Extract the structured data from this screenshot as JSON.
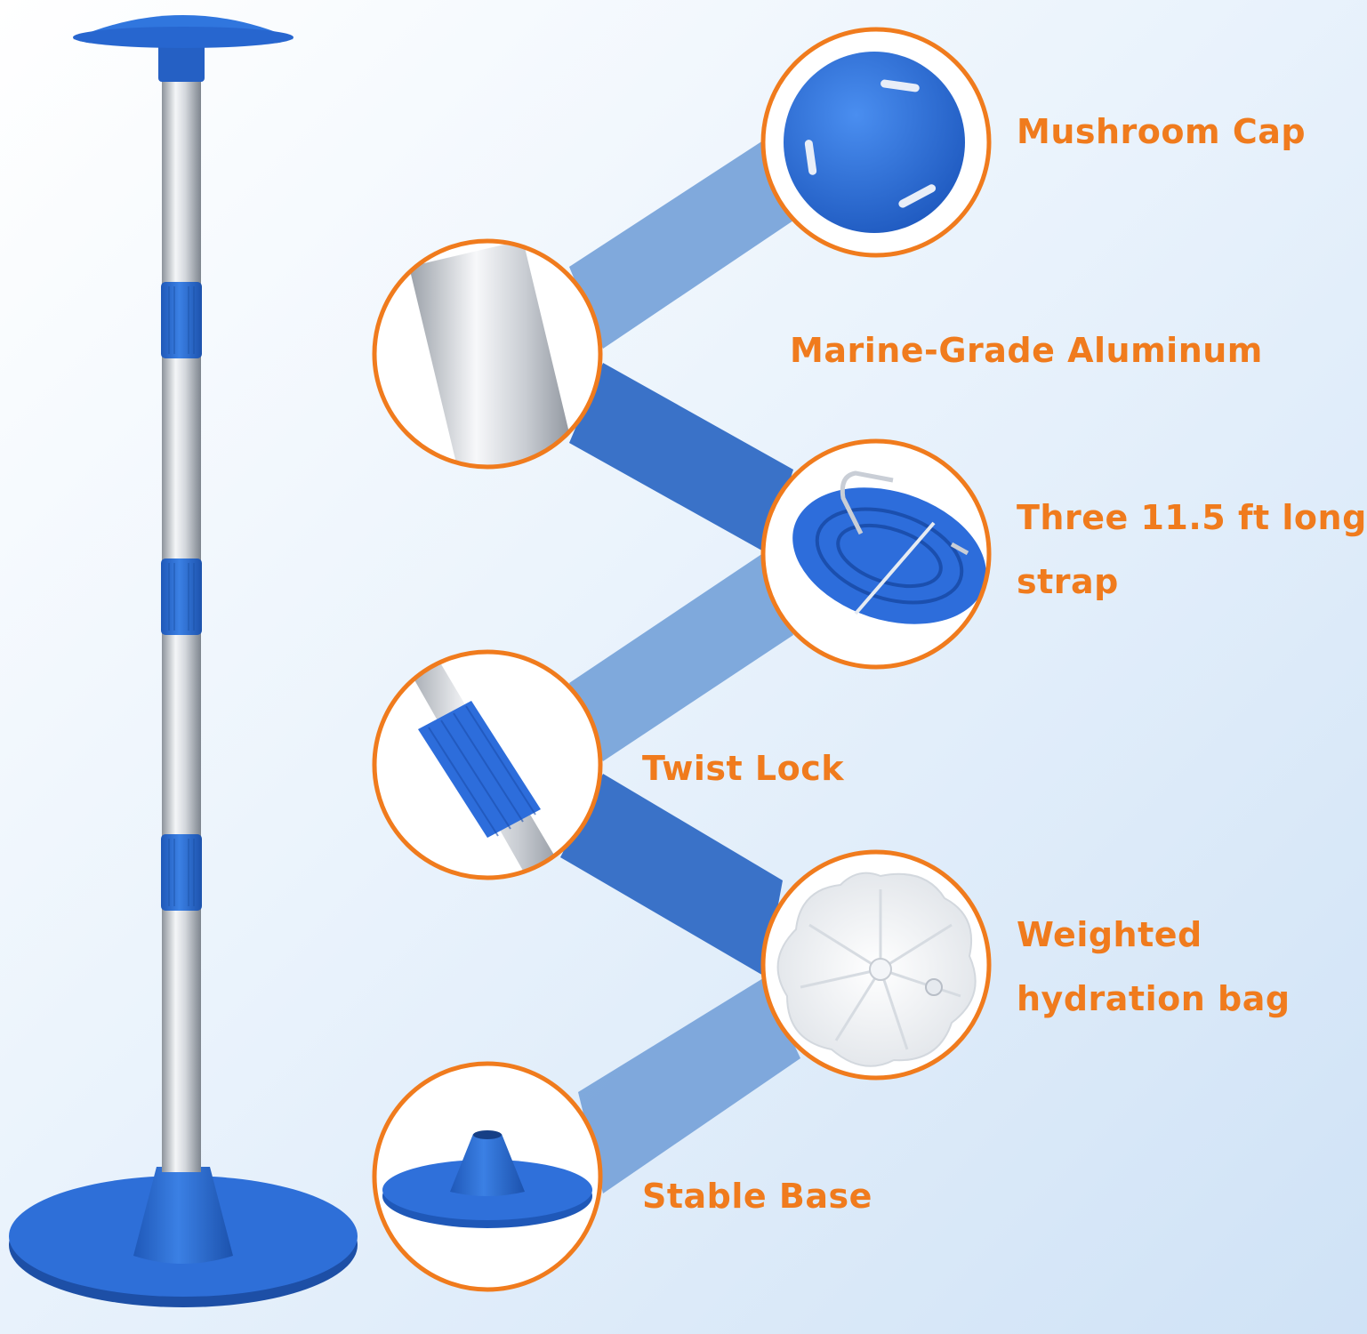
{
  "colors": {
    "accent_orange": "#f07b1d",
    "product_blue": "#2f6fd6",
    "aluminum": "#c9cdd3",
    "ribbon_dark": "#3a72c8",
    "ribbon_light": "#77a3da"
  },
  "features": [
    {
      "id": "mushroom-cap",
      "lines": [
        "Mushroom Cap"
      ],
      "icon": "mushroom-cap-icon"
    },
    {
      "id": "aluminum",
      "lines": [
        "Marine-Grade Aluminum"
      ],
      "icon": "aluminum-pole-icon"
    },
    {
      "id": "strap",
      "lines": [
        "Three 11.5 ft long",
        "strap"
      ],
      "icon": "strap-icon"
    },
    {
      "id": "twist-lock",
      "lines": [
        "Twist Lock"
      ],
      "icon": "twist-lock-icon"
    },
    {
      "id": "hydration-bag",
      "lines": [
        "Weighted",
        "hydration bag"
      ],
      "icon": "hydration-bag-icon"
    },
    {
      "id": "stable-base",
      "lines": [
        "Stable Base"
      ],
      "icon": "stable-base-icon"
    }
  ]
}
